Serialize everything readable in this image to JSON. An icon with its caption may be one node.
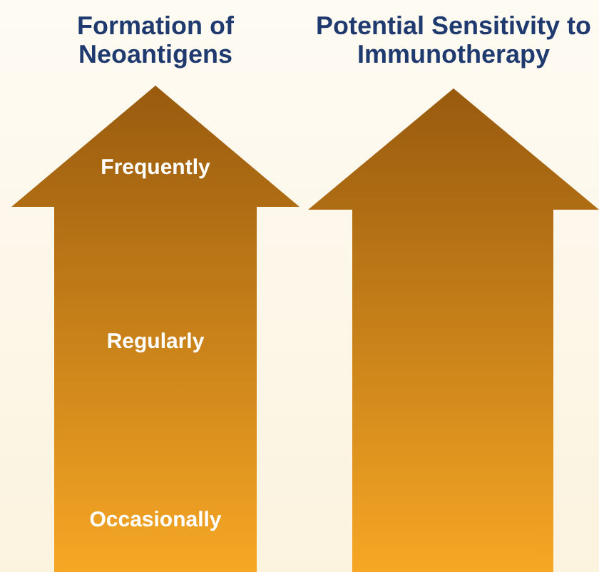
{
  "diagram": {
    "nodes": [
      {
        "text": [
          "Formation of Neoantigens",
          "Frequently",
          "Regularly",
          "Occasionally"
        ]
      },
      {
        "text": [
          "Potential Sensitivity to Immunotherapy"
        ]
      }
    ]
  }
}
